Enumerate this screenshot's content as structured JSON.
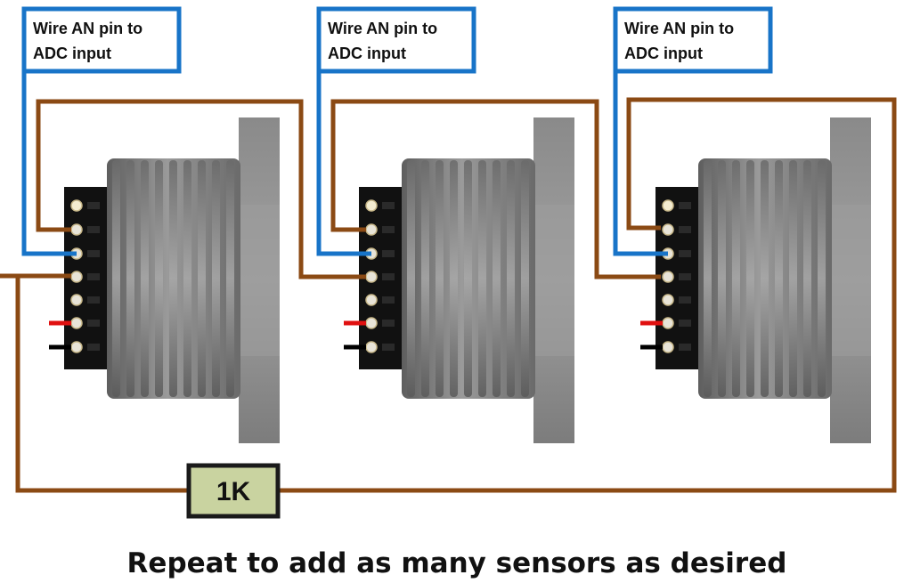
{
  "sensors": [
    {
      "label_line1": "Wire AN  pin to",
      "label_line2": "ADC input"
    },
    {
      "label_line1": "Wire AN  pin to",
      "label_line2": "ADC input"
    },
    {
      "label_line1": "Wire AN  pin to",
      "label_line2": "ADC input"
    }
  ],
  "resistor": {
    "label": "1K"
  },
  "caption": "Repeat to add as many sensors as desired",
  "colors": {
    "wire_brown": "#8B4A14",
    "wire_blue": "#1874C8",
    "wire_red": "#E01010",
    "wire_black": "#000000",
    "resistor_fill": "#C9D3A0",
    "sensor_gray": "#7A7A7A"
  }
}
